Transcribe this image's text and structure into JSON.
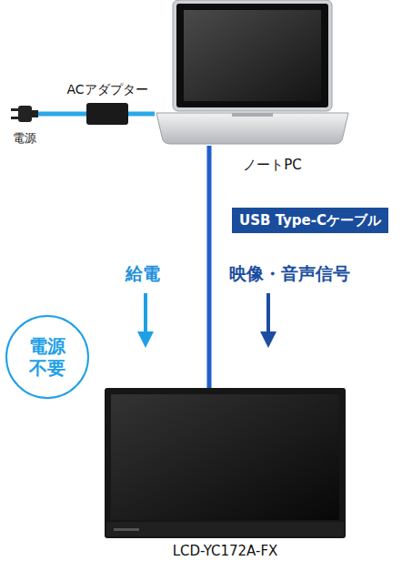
{
  "diagram": {
    "nodes": [
      {
        "text": [
          "ノートPC"
        ]
      },
      {
        "text": [
          "ACアダプター"
        ]
      },
      {
        "text": [
          "電源"
        ]
      },
      {
        "text": [
          "USB Type-Cケーブル"
        ]
      },
      {
        "text": [
          "電源 不要"
        ]
      },
      {
        "text": [
          "LCD-YC172A-FX"
        ]
      }
    ],
    "edges": [
      {
        "from": 2,
        "to": 1,
        "arrow": "none"
      },
      {
        "from": 1,
        "to": 0,
        "arrow": "none"
      },
      {
        "from": 0,
        "to": 5,
        "arrow": "none"
      }
    ],
    "labels": [
      "給電",
      "映像・音声信号"
    ]
  }
}
